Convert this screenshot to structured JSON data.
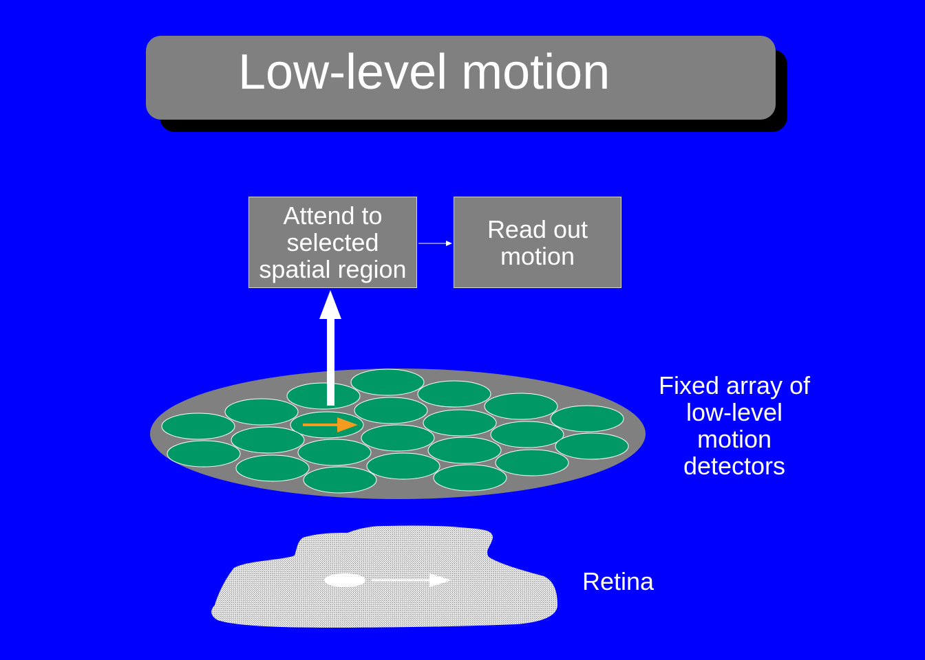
{
  "slide": {
    "title": "Low-level motion",
    "background_color": "#0000ff"
  },
  "boxes": {
    "attend": "Attend to\nselected\nspatial region",
    "readout": "Read out\nmotion"
  },
  "labels": {
    "detector_array": "Fixed array of\nlow-level\nmotion\ndetectors",
    "retina": "Retina"
  },
  "colors": {
    "detector_fill": "#009966",
    "platform_fill": "#808080",
    "motion_arrow": "#f39c1f",
    "retina_fill": "#c8c8c8"
  }
}
